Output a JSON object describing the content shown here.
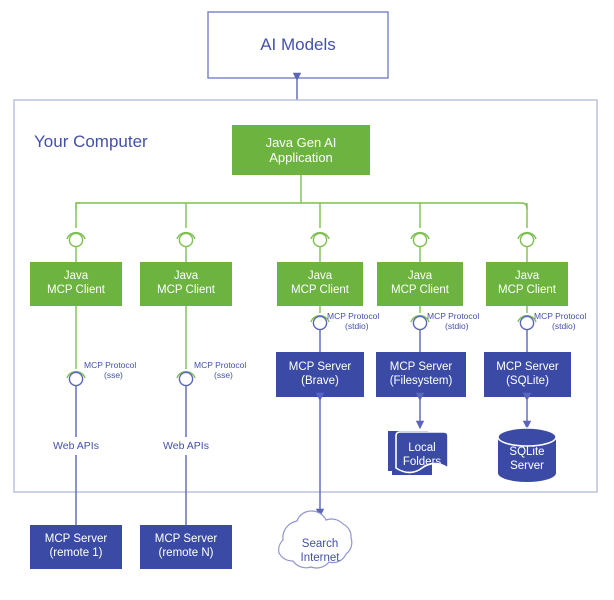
{
  "theme": {
    "green": "#6cb33f",
    "blue": "#3b4ba5",
    "indigo_text": "#4350a8",
    "container_border": "#b9bcdd",
    "ai_border": "#6b76c4",
    "white": "#ffffff",
    "green_line": "#7dbf52",
    "blue_line": "#5b66b8"
  },
  "top": {
    "ai_models": "AI Models"
  },
  "container": {
    "title": "Your Computer"
  },
  "application": {
    "line1": "Java Gen AI",
    "line2": "Application"
  },
  "clients": [
    {
      "line1": "Java",
      "line2": "MCP Client"
    },
    {
      "line1": "Java",
      "line2": "MCP Client"
    },
    {
      "line1": "Java",
      "line2": "MCP Client"
    },
    {
      "line1": "Java",
      "line2": "MCP Client"
    },
    {
      "line1": "Java",
      "line2": "MCP Client"
    }
  ],
  "protocols": [
    {
      "line1": "MCP Protocol",
      "line2": "(sse)"
    },
    {
      "line1": "MCP Protocol",
      "line2": "(sse)"
    },
    {
      "line1": "MCP Protocol",
      "line2": "(stdio)"
    },
    {
      "line1": "MCP Protocol",
      "line2": "(stdio)"
    },
    {
      "line1": "MCP Protocol",
      "line2": "(stdio)"
    }
  ],
  "web_apis": [
    {
      "label": "Web APIs"
    },
    {
      "label": "Web APIs"
    }
  ],
  "servers_local": [
    {
      "line1": "MCP Server",
      "line2": "(Brave)"
    },
    {
      "line1": "MCP Server",
      "line2": "(Filesystem)"
    },
    {
      "line1": "MCP Server",
      "line2": "(SQLite)"
    }
  ],
  "servers_remote": [
    {
      "line1": "MCP Server",
      "line2": "(remote 1)"
    },
    {
      "line1": "MCP Server",
      "line2": "(remote N)"
    }
  ],
  "storage": {
    "folders": {
      "line1": "Local",
      "line2": "Folders"
    },
    "database": {
      "line1": "SQLite",
      "line2": "Server"
    }
  },
  "cloud": {
    "line1": "Search",
    "line2": "Internet"
  }
}
